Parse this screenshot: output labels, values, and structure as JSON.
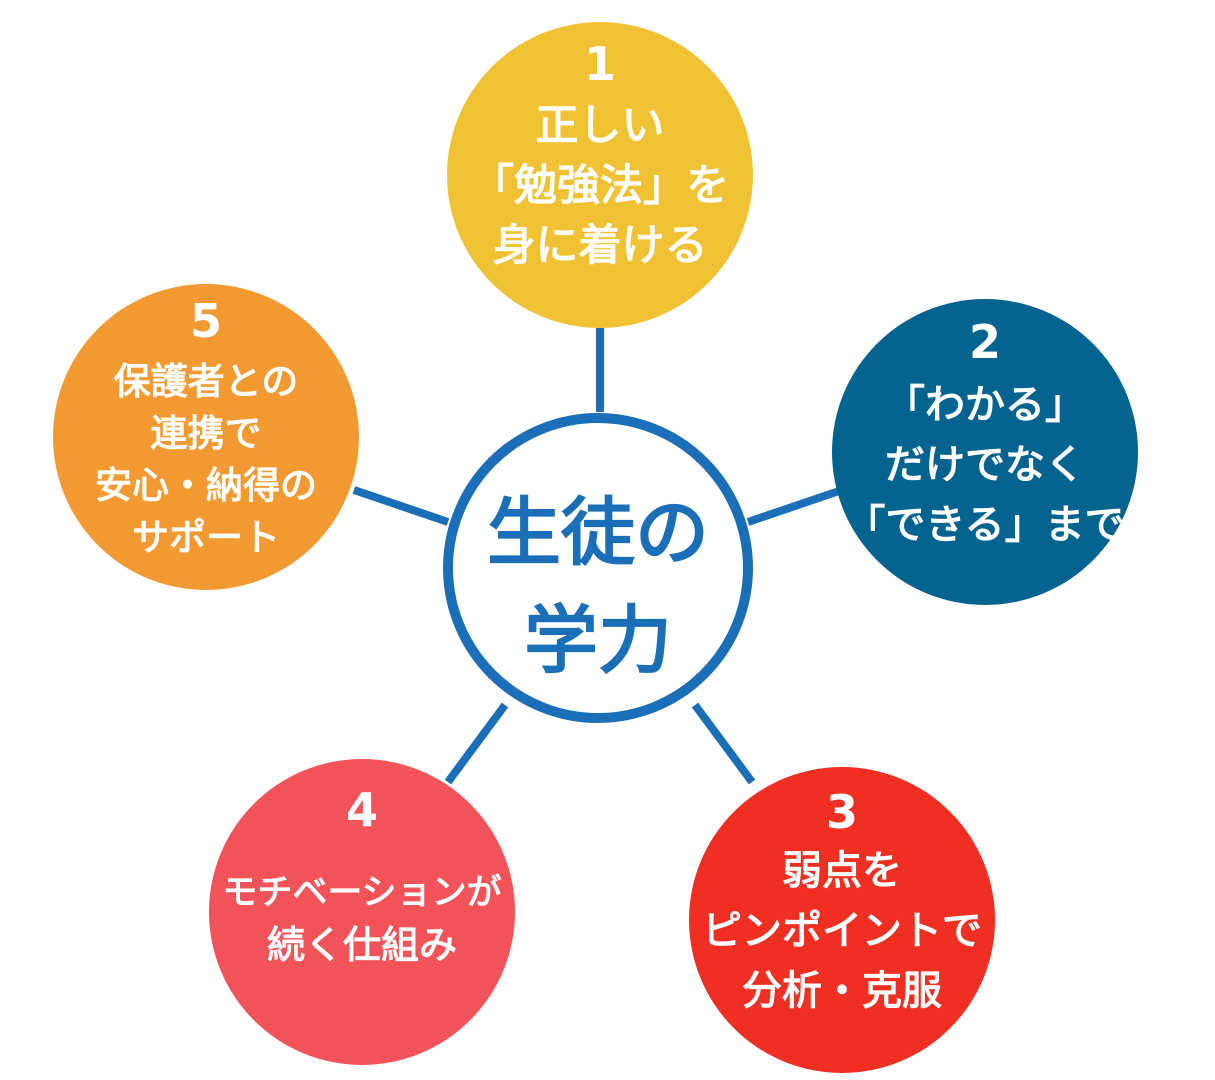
{
  "center": {
    "line1": "生徒の",
    "line2": "学力",
    "text_color": "#1a6fb8",
    "border_color": "#1a6fb8"
  },
  "nodes": [
    {
      "id": "node-1",
      "number": "1",
      "lines": [
        "正しい",
        "「勉強法」を",
        "身に着ける"
      ],
      "color": "#f0c233"
    },
    {
      "id": "node-2",
      "number": "2",
      "lines": [
        "「わかる」",
        "だけでなく",
        "「できる」まで"
      ],
      "color": "#05638f"
    },
    {
      "id": "node-3",
      "number": "3",
      "lines": [
        "弱点を",
        "ピンポイントで",
        "分析・克服"
      ],
      "color": "#ef2f22"
    },
    {
      "id": "node-4",
      "number": "4",
      "lines": [
        "モチベーションが",
        "続く仕組み"
      ],
      "color": "#f15359"
    },
    {
      "id": "node-5",
      "number": "5",
      "lines": [
        "保護者との",
        "連携で",
        "安心・納得の",
        "サポート"
      ],
      "color": "#f29a31"
    }
  ],
  "connector_color": "#1a6fb8"
}
